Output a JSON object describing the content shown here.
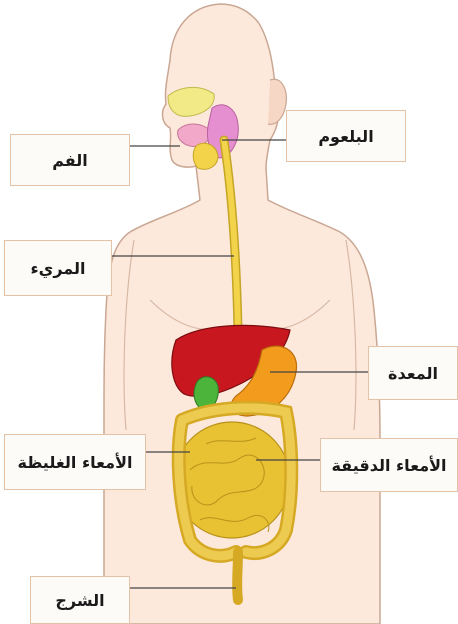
{
  "diagram": {
    "labels": {
      "mouth": "الفم",
      "pharynx": "البلعوم",
      "esophagus": "المريء",
      "stomach": "المعدة",
      "large_intestine": "الأمعاء الغليظة",
      "small_intestine": "الأمعاء الدقيقة",
      "rectum": "الشرج"
    },
    "colors": {
      "skin": "#fde9dc",
      "outline": "#c9a793",
      "liver": "#c8171f",
      "stomach": "#f39b1d",
      "intestine": "#e8c233",
      "esophagus": "#f2d34a",
      "salivary": "#e58fd0",
      "gallbladder": "#4cb43a",
      "label_border": "#e3c2a6",
      "leader_line": "#444444"
    }
  }
}
